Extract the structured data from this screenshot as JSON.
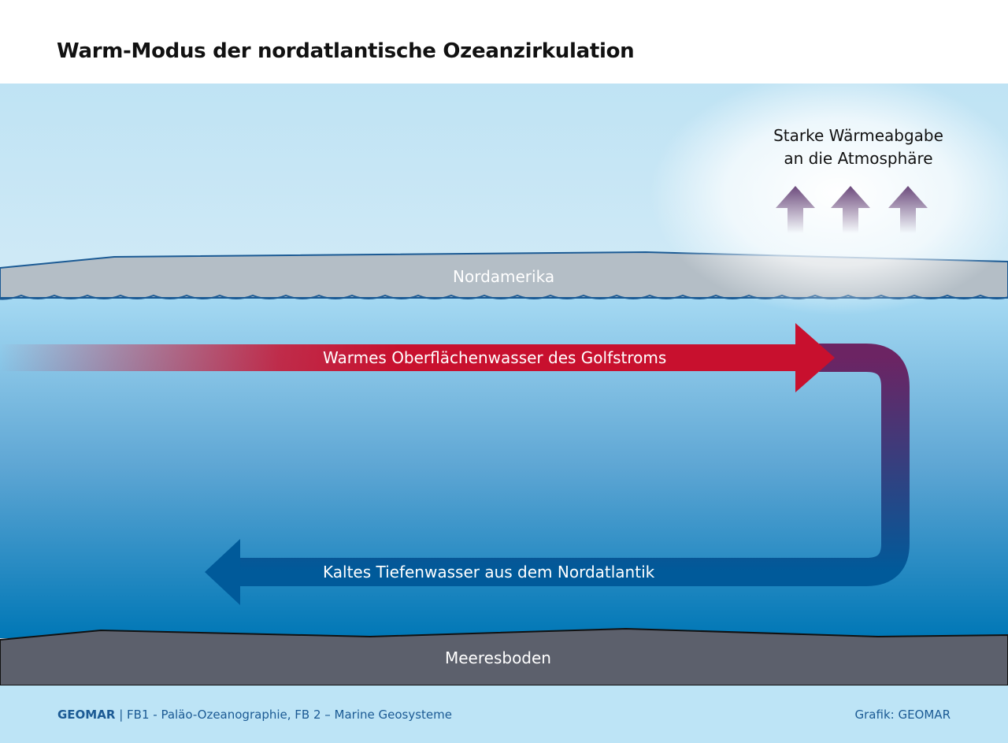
{
  "title": "Warm-Modus der nordatlantische Ozeanzirkulation",
  "labels": {
    "heat_release_line1": "Starke Wärmeabgabe",
    "heat_release_line2": "an die Atmosphäre",
    "land": "Nordamerika",
    "warm_current": "Warmes Oberflächenwasser des Golfstroms",
    "cold_current": "Kaltes Tiefenwasser aus dem Nordatlantik",
    "seafloor": "Meeresboden"
  },
  "footer": {
    "org": "GEOMAR",
    "separator": "|",
    "departments": "FB1 - Paläo-Ozeanographie, FB 2 – Marine Geosysteme",
    "credit": "Grafik: GEOMAR"
  },
  "colors": {
    "warm": "#c8102e",
    "cold": "#005a9a",
    "land": "#b4bec6",
    "seafloor": "#5c606c"
  }
}
